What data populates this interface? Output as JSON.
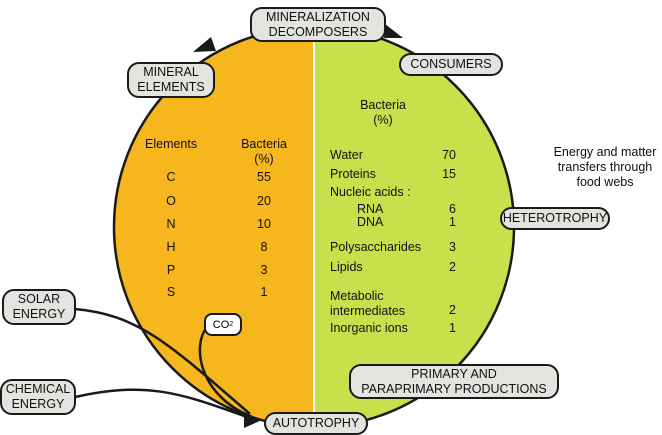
{
  "nodes": {
    "mineralization": [
      "MINERALIZATION",
      "DECOMPOSERS"
    ],
    "consumers": "CONSUMERS",
    "mineral_elements": [
      "MINERAL",
      "ELEMENTS"
    ],
    "heterotrophy": "HETEROTROPHY",
    "primary": [
      "PRIMARY AND",
      "PARAPRIMARY PRODUCTIONS"
    ],
    "autotrophy": "AUTOTROPHY",
    "solar": [
      "SOLAR",
      "ENERGY"
    ],
    "chemical": [
      "CHEMICAL",
      "ENERGY"
    ],
    "co2": {
      "base": "CO",
      "sub": "2"
    }
  },
  "left_table": {
    "col1_header": "Elements",
    "col2_header": [
      "Bacteria",
      "(%)"
    ],
    "rows": [
      {
        "element": "C",
        "value": "55"
      },
      {
        "element": "O",
        "value": "20"
      },
      {
        "element": "N",
        "value": "10"
      },
      {
        "element": "H",
        "value": "8"
      },
      {
        "element": "P",
        "value": "3"
      },
      {
        "element": "S",
        "value": "1"
      }
    ]
  },
  "right_table": {
    "header": [
      "Bacteria",
      "(%)"
    ],
    "rows": {
      "water": {
        "name": "Water",
        "value": "70"
      },
      "proteins": {
        "name": "Proteins",
        "value": "15"
      },
      "nucleic": "Nucleic acids :",
      "rna": {
        "name": "RNA",
        "value": "6"
      },
      "dna": {
        "name": "DNA",
        "value": "1"
      },
      "polysaccharides": {
        "name": "Polysaccharides",
        "value": "3"
      },
      "lipids": {
        "name": "Lipids",
        "value": "2"
      },
      "metabolic": {
        "name": [
          "Metabolic",
          "intermediates"
        ],
        "value": "2"
      },
      "inorganic": {
        "name": "Inorganic ions",
        "value": "1"
      }
    }
  },
  "side_note": [
    "Energy and matter",
    "transfers through",
    "food webs"
  ],
  "colors": {
    "left_half": "#f6b61e",
    "right_half": "#c6e14c",
    "outline": "#1a1a1a",
    "label_fill": "#e3e3df"
  }
}
